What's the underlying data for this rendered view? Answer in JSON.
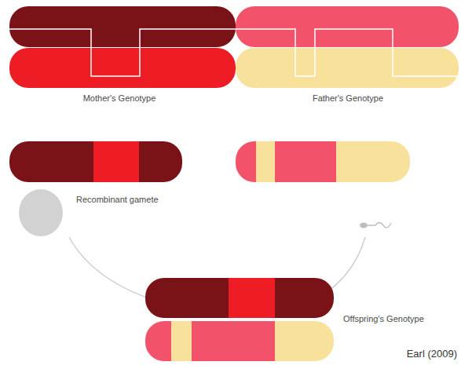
{
  "diagram": {
    "labels": [
      "Mother's Genotype",
      "Father's Genotype",
      "Recombinant gamete",
      "Offspring's Genotype",
      "Earl (2009)"
    ]
  }
}
